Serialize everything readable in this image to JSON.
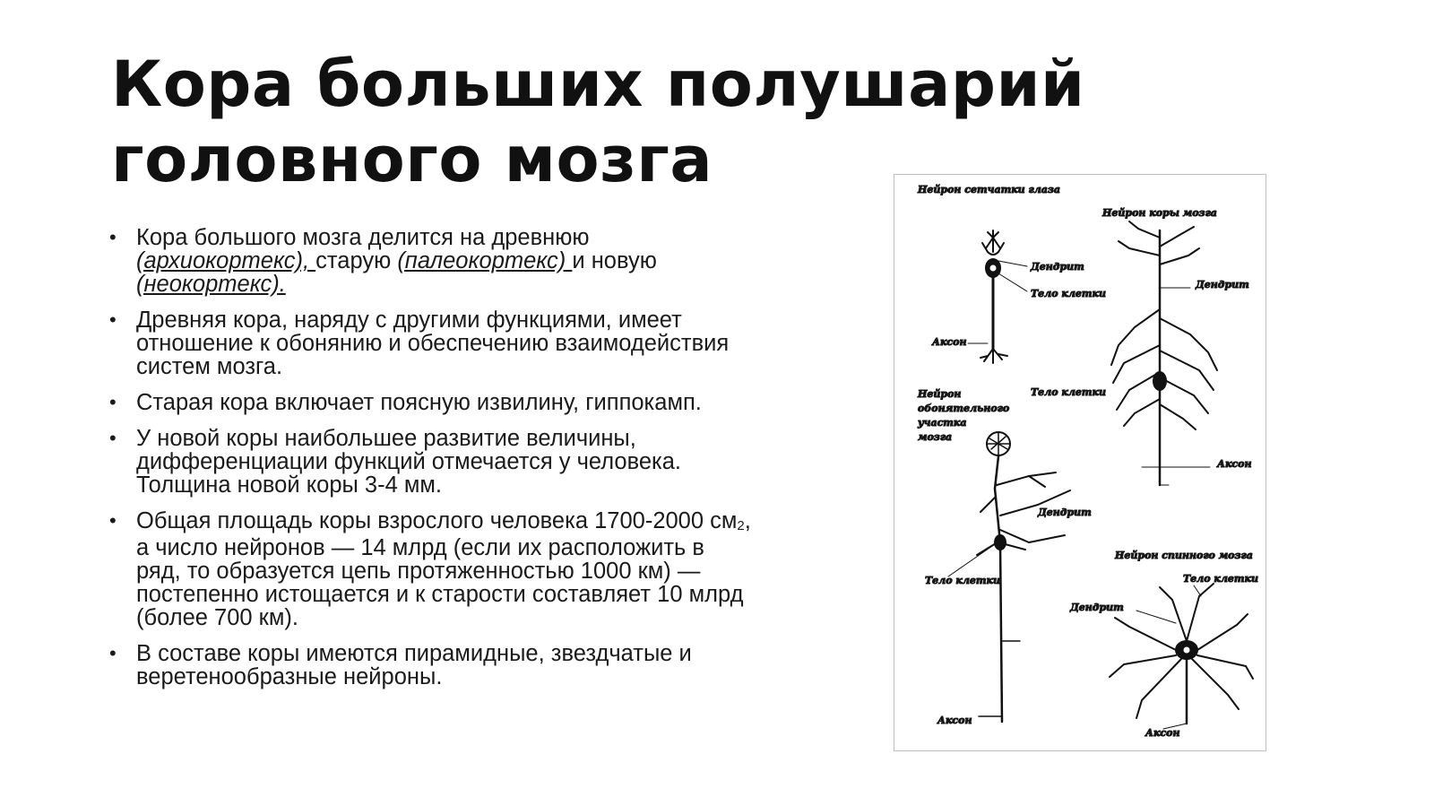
{
  "title": {
    "line1": "Кора больших полушарий",
    "line2": "головного мозга"
  },
  "bullets": [
    {
      "pre": "Кора большого мозга делится на древнюю ",
      "link1": "(архиокортекс), ",
      "mid": "старую ",
      "link2": "(палеокортекс) ",
      "mid2": "и новую ",
      "link3": "(неокортекс). "
    },
    {
      "text": "Древняя кора, наряду с другими функциями, имеет отношение к обонянию и обеспечению взаимодействия систем мозга."
    },
    {
      "text": "Старая кора включает поясную извилину, гиппокамп."
    },
    {
      "text": "У новой коры наибольшее развитие величины, дифференциации функций отмечается у человека. Толщина новой коры 3-4 мм."
    },
    {
      "pre": "Общая площадь коры взрослого человека 1700-2000 см",
      "sup": "2",
      "post": ", а число нейронов — 14 млрд (если их расположить в ряд, то образуется цепь протяженностью 1000 км) — постепенно истощается и к старости составляет 10 млрд (более 700 км)."
    },
    {
      "text": "В составе коры имеются пирамидные, звездчатые и веретенообразные нейроны."
    }
  ],
  "figure": {
    "retina_title": "Нейрон сетчатки глаза",
    "cortex_title": "Нейрон коры мозга",
    "olfactory_title_1": "Нейрон",
    "olfactory_title_2": "обонятельного",
    "olfactory_title_3": "участка",
    "olfactory_title_4": "мозга",
    "spinal_title": "Нейрон спинного мозга",
    "dendrite": "Дендрит",
    "cell_body": "Тело клетки",
    "axon": "Аксон"
  }
}
